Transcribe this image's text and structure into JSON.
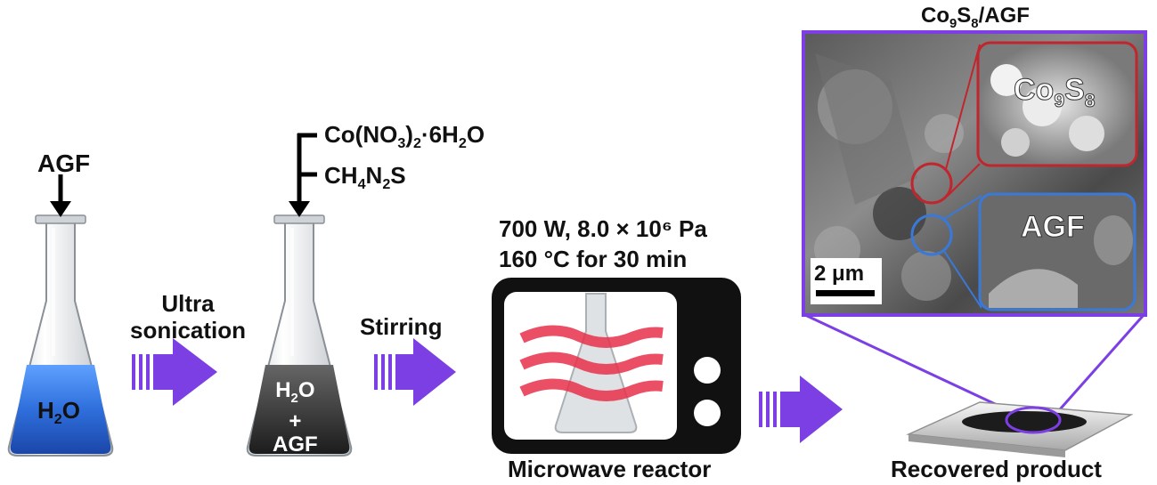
{
  "labels": {
    "agf_input": "AGF",
    "step1": [
      "Ultra",
      "sonication"
    ],
    "flask1_content": "H2O",
    "reagent1": "Co(NO3)2·6H2O",
    "reagent2": "CH4N2S",
    "flask2_content": [
      "H2O",
      "+",
      "AGF"
    ],
    "step2": "Stirring",
    "conditions": [
      "700 W, 8.0 × 10⁶ Pa",
      "160 °C for 30 min"
    ],
    "reactor": "Microwave reactor",
    "product": "Recovered product",
    "sem_title": "Co9S8/AGF",
    "inset_top": "Co9S8",
    "inset_bottom": "AGF",
    "scale_bar": "2 μm"
  },
  "colors": {
    "arrow": "#7b3fe4",
    "sem_frame": "#7b3fe4",
    "inset_red": "#c0262d",
    "inset_blue": "#3a79d8",
    "water": "#2f6fdc",
    "dark_liquid": "#3a3a3a",
    "heat_waves": "#e8304a"
  }
}
